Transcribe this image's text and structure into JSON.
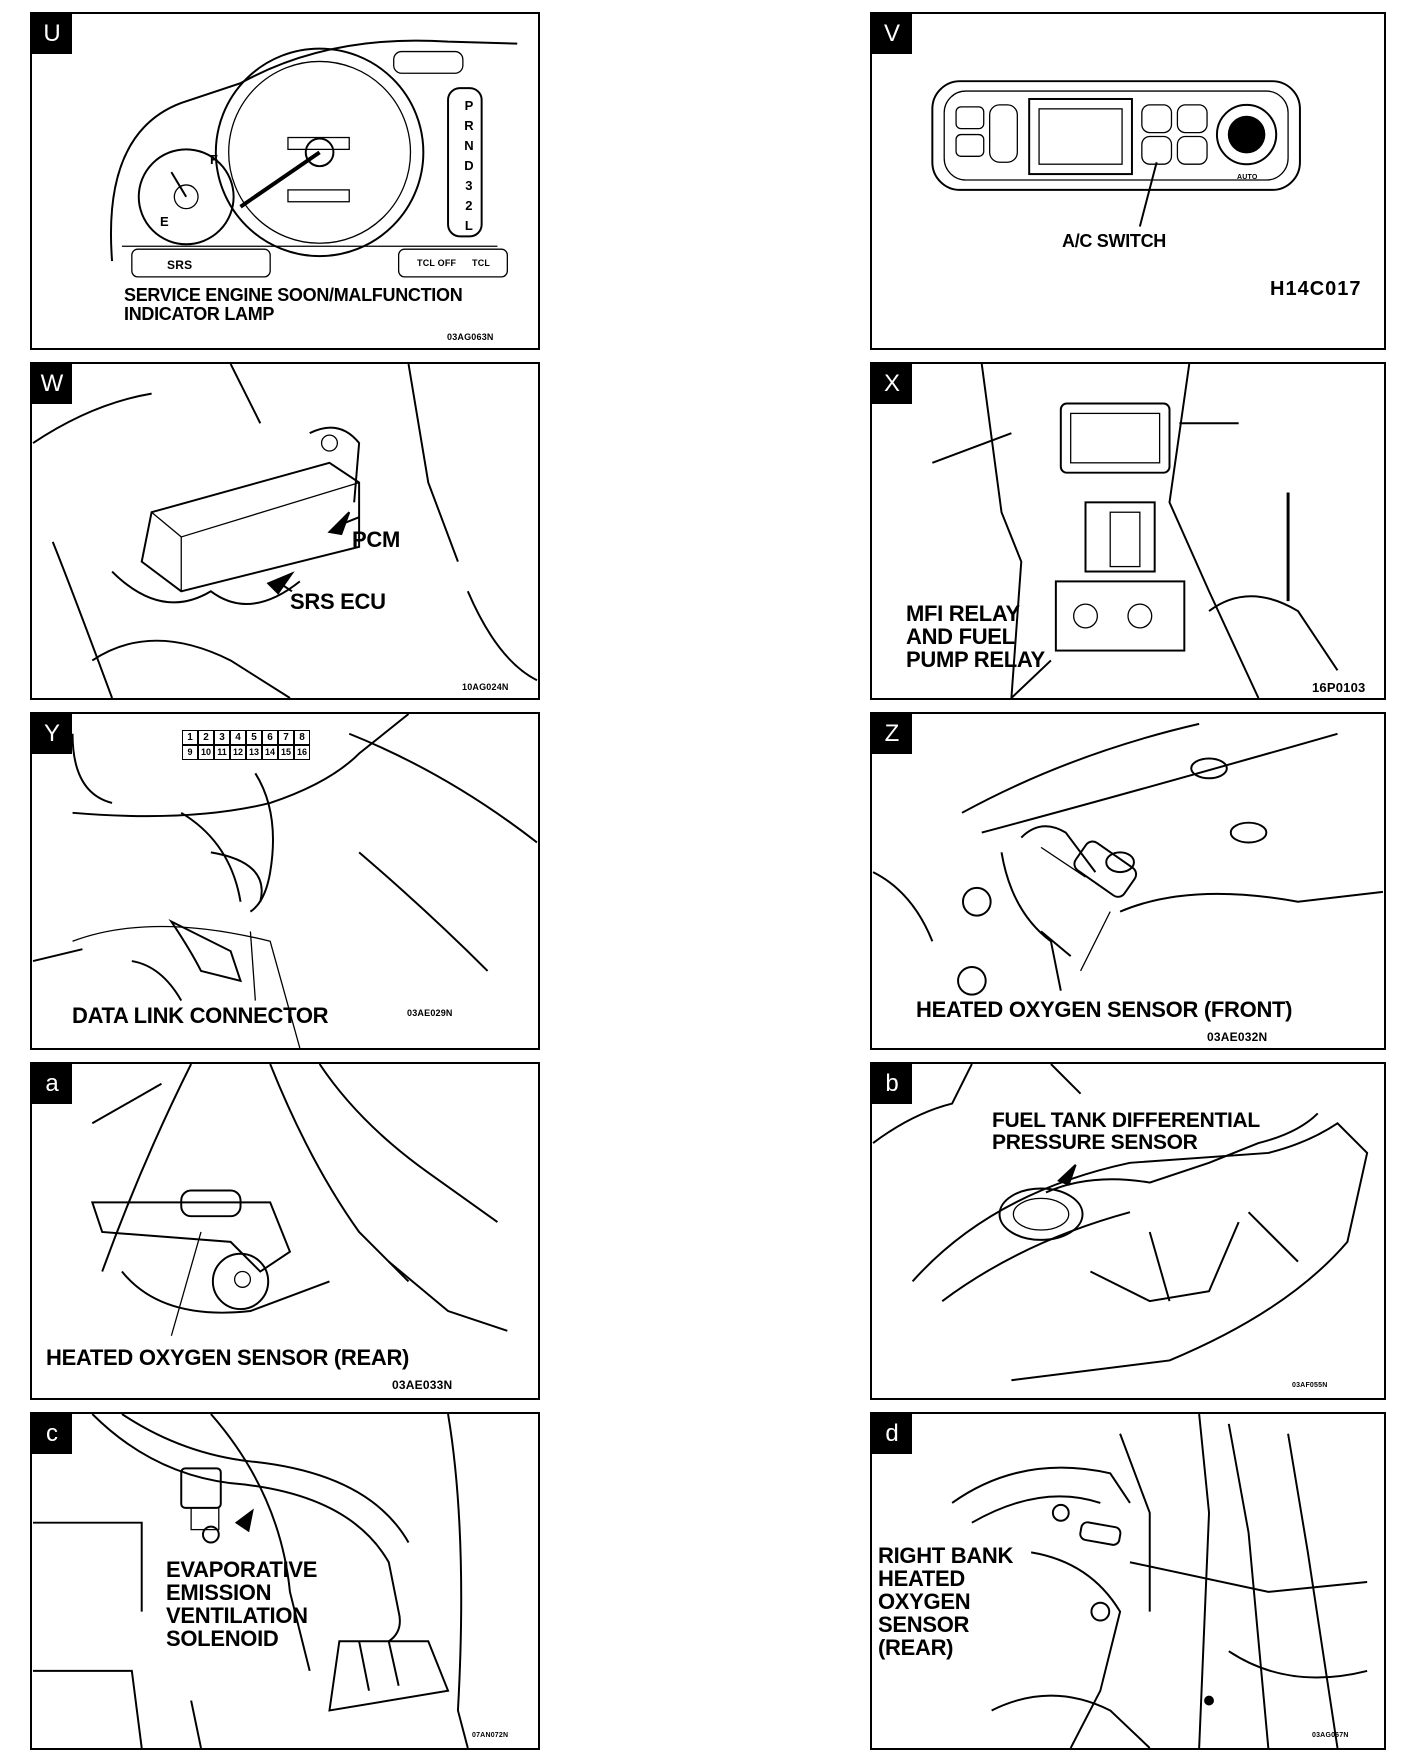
{
  "panels": [
    {
      "letter": "U",
      "label": "SERVICE ENGINE SOON/MALFUNCTION\nINDICATOR LAMP",
      "code": "03AG063N"
    },
    {
      "letter": "V",
      "label": "A/C SWITCH",
      "code": "H14C017"
    },
    {
      "letter": "W",
      "label_pcm": "PCM",
      "label_srs": "SRS ECU",
      "code": "10AG024N"
    },
    {
      "letter": "X",
      "label": "MFI RELAY\nAND FUEL\nPUMP RELAY",
      "code": "16P0103"
    },
    {
      "letter": "Y",
      "label": "DATA LINK CONNECTOR",
      "code": "03AE029N",
      "pins_top": [
        "1",
        "2",
        "3",
        "4",
        "5",
        "6",
        "7",
        "8"
      ],
      "pins_bottom": [
        "9",
        "10",
        "11",
        "12",
        "13",
        "14",
        "15",
        "16"
      ]
    },
    {
      "letter": "Z",
      "label": "HEATED OXYGEN SENSOR (FRONT)",
      "code": "03AE032N"
    },
    {
      "letter": "a",
      "label": "HEATED OXYGEN SENSOR (REAR)",
      "code": "03AE033N"
    },
    {
      "letter": "b",
      "label": "FUEL TANK DIFFERENTIAL\nPRESSURE SENSOR",
      "code": "03AF055N"
    },
    {
      "letter": "c",
      "label": "EVAPORATIVE\nEMISSION\nVENTILATION\nSOLENOID",
      "code": "07AN072N"
    },
    {
      "letter": "d",
      "label": "RIGHT BANK\nHEATED\nOXYGEN\nSENSOR\n(REAR)",
      "code": "03AG067N"
    }
  ],
  "gear_positions": [
    "P",
    "R",
    "N",
    "D",
    "3",
    "2",
    "L"
  ],
  "cluster_text": {
    "srs": "SRS",
    "tcl_off": "TCL OFF",
    "tcl": "TCL",
    "fuel_f": "F",
    "fuel_e": "E"
  },
  "ac_text": {
    "auto": "AUTO"
  }
}
